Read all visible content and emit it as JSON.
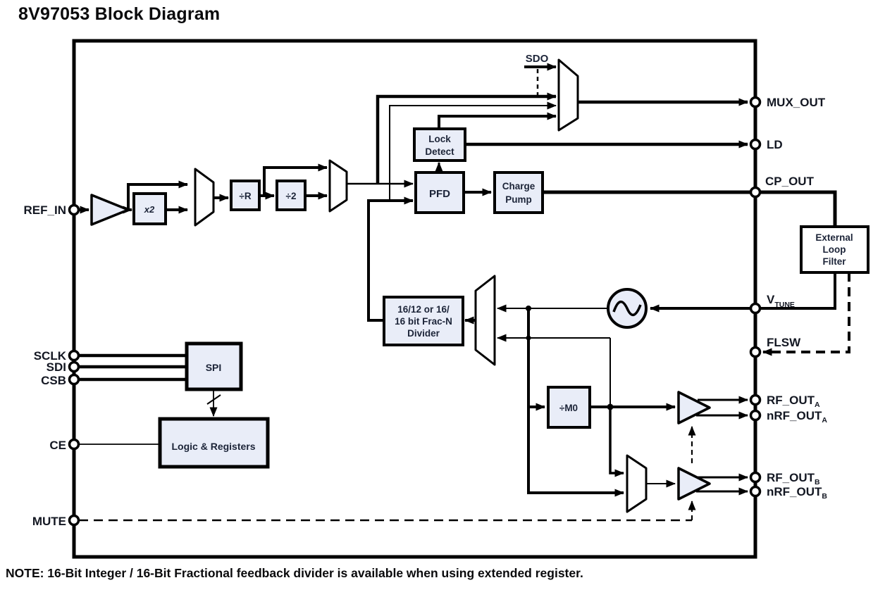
{
  "title": "8V97053 Block Diagram",
  "note": "NOTE: 16-Bit Integer / 16-Bit Fractional feedback divider is available when using extended register.",
  "signals": {
    "sdo": "SDO"
  },
  "pins": {
    "left": {
      "ref_in": "REF_IN",
      "sclk": "SCLK",
      "sdi": "SDI",
      "csb": "CSB",
      "ce": "CE",
      "mute": "MUTE"
    },
    "right": {
      "mux_out": "MUX_OUT",
      "ld": "LD",
      "cp_out": "CP_OUT",
      "v_tune": {
        "base": "V",
        "sub": "TUNE"
      },
      "flsw": "FLSW",
      "rf_out_a": {
        "base": "RF_OUT",
        "sub": "A"
      },
      "nrf_out_a": {
        "base": "nRF_OUT",
        "sub": "A"
      },
      "rf_out_b": {
        "base": "RF_OUT",
        "sub": "B"
      },
      "nrf_out_b": {
        "base": "nRF_OUT",
        "sub": "B"
      }
    }
  },
  "blocks": {
    "x2": "x2",
    "div_r": "÷R",
    "div_2": "÷2",
    "lock_detect": [
      "Lock",
      "Detect"
    ],
    "pfd": "PFD",
    "charge_pump": [
      "Charge",
      "Pump"
    ],
    "ext_loop_filter": [
      "External",
      "Loop",
      "Filter"
    ],
    "fracn_divider": [
      "16/12 or 16/",
      "16 bit Frac-N",
      "Divider"
    ],
    "div_m0": "÷M0",
    "spi": "SPI",
    "logic_registers": "Logic & Registers"
  },
  "colors": {
    "block_fill": "#e9edf8",
    "line": "#000000",
    "label_text": "#131722",
    "block_text": "#1c2438",
    "background": "#ffffff"
  }
}
